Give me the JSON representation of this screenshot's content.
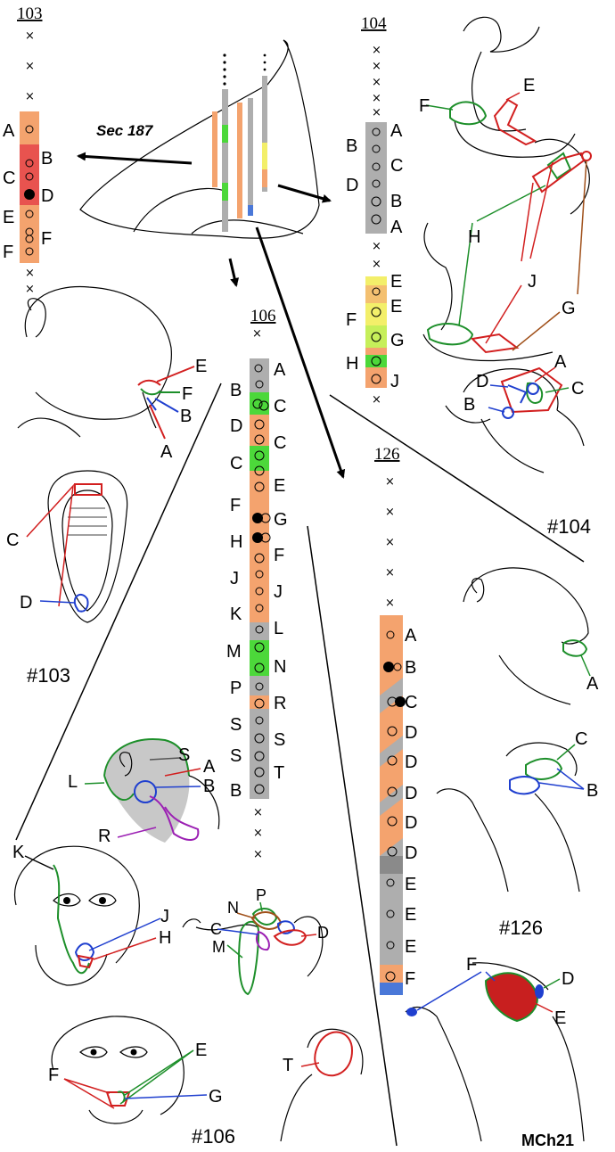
{
  "page": {
    "brand": "MCh21",
    "section_label": "Sec 187"
  },
  "colors": {
    "orange": "#f4a36e",
    "red": "#e8534f",
    "green": "#4cd83a",
    "gray": "#aeaeae",
    "darkgray": "#8a8a8a",
    "yellow": "#f3ef6a",
    "blue": "#4a78d8",
    "outline_red": "#d21f1f",
    "outline_green": "#1d8f2a",
    "outline_blue": "#1f3fcf",
    "outline_purple": "#9b1fb3",
    "outline_brown": "#a0501a"
  },
  "penetrations": {
    "p103": {
      "label": "103",
      "left_labels": [
        "A",
        "C",
        "E",
        "F"
      ],
      "right_labels": [
        "B",
        "D",
        "F"
      ]
    },
    "p104": {
      "label": "104",
      "left_labels": [
        "B",
        "D",
        "F",
        "H"
      ],
      "right_labels": [
        "A",
        "C",
        "B",
        "A",
        "E",
        "E",
        "G",
        "J"
      ]
    },
    "p106": {
      "label": "106",
      "left_labels": [
        "B",
        "D",
        "C",
        "F",
        "H",
        "J",
        "K",
        "M",
        "P",
        "S",
        "S",
        "B"
      ],
      "right_labels": [
        "A",
        "C",
        "C",
        "E",
        "G",
        "F",
        "J",
        "L",
        "N",
        "R",
        "S",
        "T"
      ]
    },
    "p126": {
      "label": "126",
      "right_labels": [
        "A",
        "B",
        "C",
        "D",
        "D",
        "D",
        "D",
        "D",
        "E",
        "E",
        "E",
        "F"
      ]
    }
  },
  "cases": {
    "c103": "#103",
    "c104": "#104",
    "c106": "#106",
    "c126": "#126"
  },
  "fig_labels": {
    "f103_face": [
      "E",
      "F",
      "B",
      "A"
    ],
    "f103_mouth": [
      "C",
      "D"
    ],
    "f104_top": [
      "E",
      "F"
    ],
    "f104_mid": [
      "H",
      "J",
      "G"
    ],
    "f104_face": [
      "A",
      "D",
      "B",
      "C"
    ],
    "f106_side": [
      "S",
      "A",
      "B",
      "L",
      "R"
    ],
    "f106_front": [
      "K",
      "J",
      "H"
    ],
    "f106_arm": [
      "N",
      "P",
      "C",
      "M",
      "D"
    ],
    "f106_front2": [
      "E",
      "F",
      "G"
    ],
    "f106_head": [
      "T"
    ],
    "f126_face1": [
      "A"
    ],
    "f126_face2": [
      "C",
      "B"
    ],
    "f126_face3": [
      "F",
      "D",
      "E"
    ]
  }
}
